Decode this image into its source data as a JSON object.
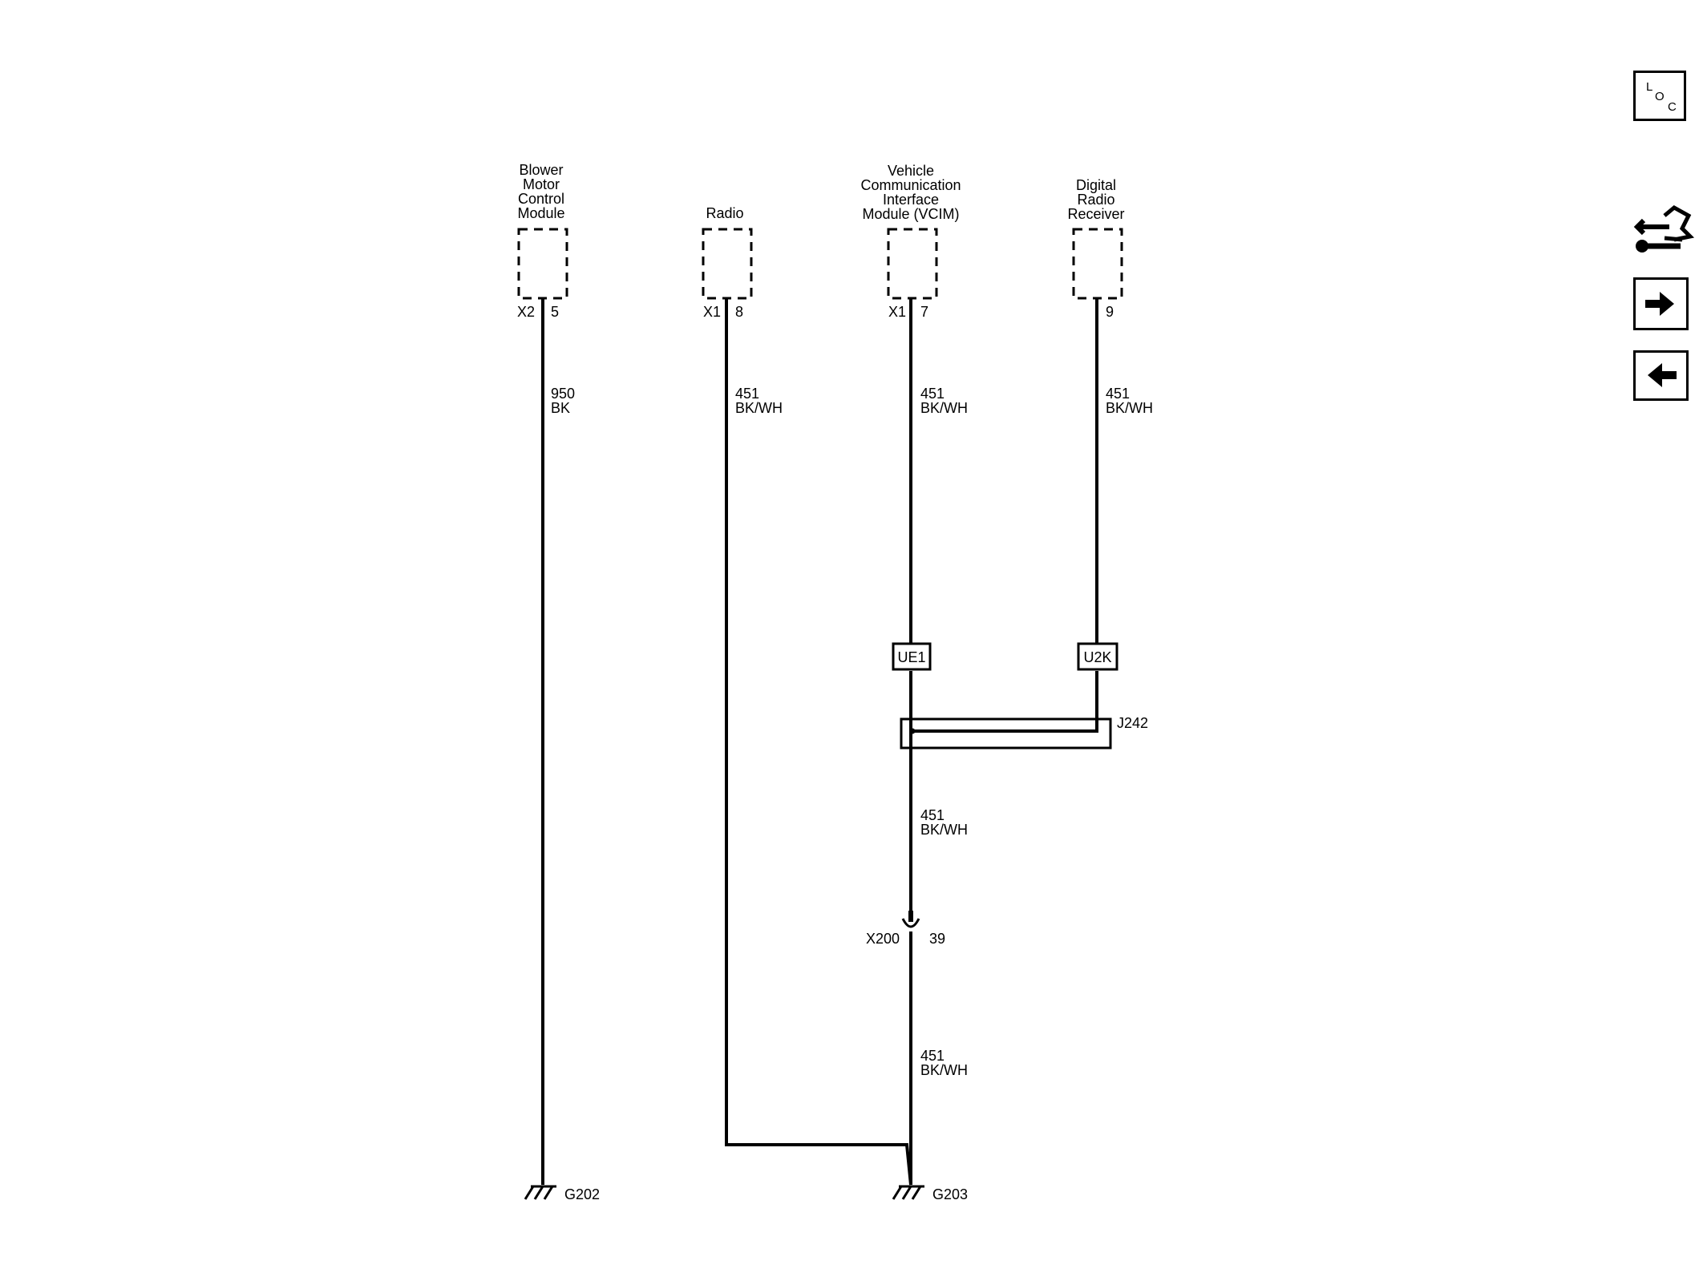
{
  "modules": {
    "blower": {
      "name": [
        "Blower",
        "Motor",
        "Control",
        "Module"
      ],
      "connector": "X2",
      "pin": "5"
    },
    "radio": {
      "name": [
        "Radio"
      ],
      "connector": "X1",
      "pin": "8"
    },
    "vcim": {
      "name": [
        "Vehicle",
        "Communication",
        "Interface",
        "Module (VCIM)"
      ],
      "connector": "X1",
      "pin": "7"
    },
    "digital_radio": {
      "name": [
        "Digital",
        "Radio",
        "Receiver"
      ],
      "connector": "",
      "pin": "9"
    }
  },
  "wires": {
    "blower": {
      "circuit": "950",
      "color": "BK"
    },
    "radio": {
      "circuit": "451",
      "color": "BK/WH"
    },
    "vcim_upper": {
      "circuit": "451",
      "color": "BK/WH"
    },
    "digital_radio": {
      "circuit": "451",
      "color": "BK/WH"
    },
    "vcim_mid": {
      "circuit": "451",
      "color": "BK/WH"
    },
    "vcim_lower": {
      "circuit": "451",
      "color": "BK/WH"
    }
  },
  "option_labels": {
    "vcim": "UE1",
    "digital_radio": "U2K"
  },
  "splice": "J242",
  "inline_connector": {
    "name": "X200",
    "pin": "39"
  },
  "grounds": {
    "left": "G202",
    "right": "G203"
  },
  "nav": {
    "loc_letters": [
      "L",
      "O",
      "C"
    ],
    "icons": [
      "service-info-icon",
      "arrow-right-icon",
      "arrow-left-icon"
    ]
  }
}
